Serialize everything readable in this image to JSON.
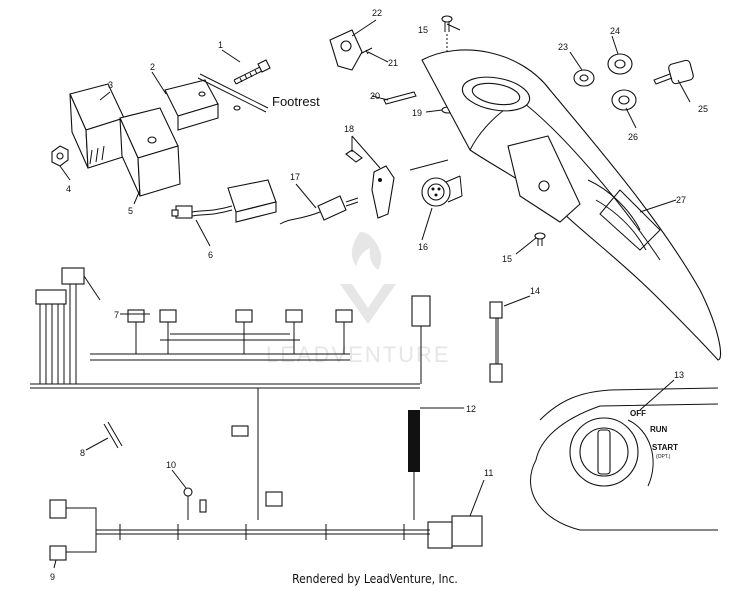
{
  "diagram": {
    "callouts": [
      "1",
      "2",
      "3",
      "4",
      "5",
      "6",
      "7",
      "8",
      "9",
      "10",
      "11",
      "12",
      "13",
      "14",
      "15",
      "15",
      "16",
      "17",
      "18",
      "19",
      "20",
      "21",
      "22",
      "23",
      "24",
      "25",
      "26",
      "27"
    ],
    "footrest_label": "Footrest",
    "watermark_text": "LEADVENTURE",
    "switch_labels": {
      "off": "OFF",
      "run": "RUN",
      "start": "START",
      "opt": "(OPT.)"
    }
  },
  "footer": {
    "credit": "Rendered by LeadVenture, Inc."
  }
}
